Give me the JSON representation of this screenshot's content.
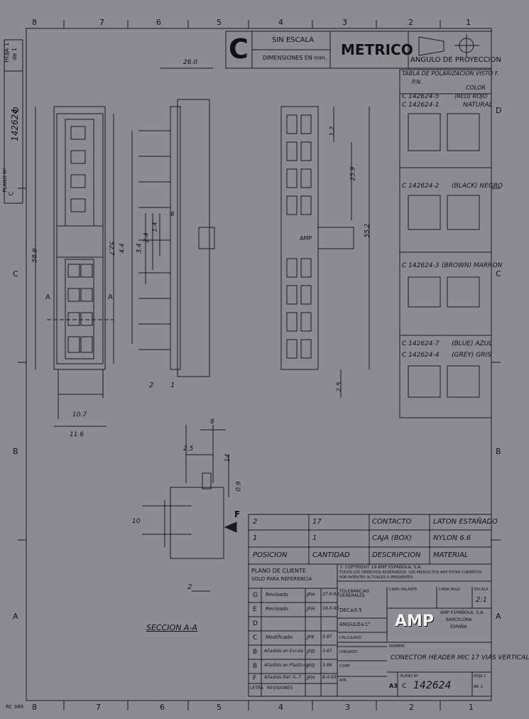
{
  "grid": {
    "top_cols": [
      "8",
      "7",
      "6",
      "5",
      "4",
      "3",
      "2",
      "1"
    ],
    "bottom_cols": [
      "8",
      "7",
      "6",
      "5",
      "4",
      "3",
      "2",
      "1"
    ],
    "left_rows": [
      "D",
      "C",
      "B",
      "A"
    ],
    "right_rows": [
      "D",
      "C",
      "B",
      "A"
    ]
  },
  "sheet_label": {
    "hoja": "HOJA 1",
    "de": "de 1",
    "plano_label": "PLANO Nº",
    "plano_letter": "C",
    "plano_number": "142624"
  },
  "title_top": {
    "size_letter": "C",
    "sin_escala": "SIN ESCALA",
    "dimensiones": "DIMENSIONES EN mm.",
    "metrico": "METRICO",
    "angulo": "ANGULO DE PROYECCION"
  },
  "polarization_table": {
    "title": "TABLA DE POLARIZACION VISTO F.",
    "col_pn": "P.N.",
    "col_color": "COLOR",
    "rows": [
      {
        "pn": "C 142624-5",
        "color": "(RED) ROJO"
      },
      {
        "pn": "C 142624-1",
        "color": "NATURAL"
      },
      {
        "pn": "C 142624-2",
        "color": "(BLACK) NEGRO"
      },
      {
        "pn": "C 142624-3",
        "color": "(BROWN) MARRON"
      },
      {
        "pn": "C 142624-7",
        "color": "(BLUE) AZUL"
      },
      {
        "pn": "C 142624-4",
        "color": "(GREY) GRIS"
      }
    ]
  },
  "dimensions": {
    "d_26": "26.0",
    "d_58": "58.9",
    "d_527": "52.7",
    "d_107": "10.7",
    "d_116": "11.6",
    "d_44": "4.4",
    "d_34": "3.4",
    "d_24": "2.4",
    "d_14": "1.4",
    "d_6": "6",
    "d_12": "1.2",
    "d_259": "25.9",
    "d_552": "55.2",
    "d_25a": "2.5",
    "d_8": "8",
    "d_25b": "2.5",
    "d_14b": "14",
    "d_09": "0.9",
    "d_10": "10",
    "d_2": "2",
    "label_1": "1",
    "label_2": "2",
    "label_f": "F",
    "label_a": "A",
    "amp_mark": "AMP",
    "section": "SECCION A-A"
  },
  "materials": {
    "headers": [
      "POSICION",
      "CANTIDAD",
      "DESCRIPCION",
      "MATERIAL"
    ],
    "rows": [
      {
        "pos": "2",
        "qty": "17",
        "desc": "CONTACTO",
        "mat": "LATON ESTAÑADO"
      },
      {
        "pos": "1",
        "qty": "1",
        "desc": "CAJA (BOX)",
        "mat": "NYLON 6.6"
      }
    ]
  },
  "title_block": {
    "plano_cliente": "PLANO DE CLIENTE",
    "solo_ref": "SOLO PARA REFERENCIA",
    "copyright": "© COPYRIGHT 19    AMP ESPAÑOLA, S.A.",
    "rights": "TODOS LOS DERECHOS RESERVADOS. LOS PRODUCTOS AMP ESTAN CUBIERTOS",
    "patents": "POR PATENTES ACTUALES O PENDIENTES",
    "tolerancias": "TOLERANCIAS GENERALES",
    "dec": "DEC±0.5",
    "angulo": "ANGULO±1°",
    "calculado": "CALCULADO",
    "dibujado": "DIBUJADO",
    "comp": "COMP",
    "apr": "APR",
    "cama_arlante": "CAMA ARLANTE",
    "cama_nulo": "CAMA NULO",
    "escala": "ESCALA",
    "escala_val": "2:1",
    "amp_logo": "AMP",
    "company": "AMP ESPAÑOLA, S.A.",
    "city": "BARCELONA",
    "country": "ESPAÑA",
    "nombre_label": "NOMBRE",
    "nombre": "CONECTOR HEADER MIC 17 VIAS VERTICAL",
    "plano_label": "PLANO Nº",
    "size": "A3",
    "plano_letter": "C",
    "plano_number": "142624",
    "hoja": "HOJA 1",
    "de": "de 1",
    "letra": "LETRA",
    "revisiones": "REVISIONES",
    "revisions": [
      {
        "letter": "G",
        "text": "Revisado",
        "by": "JFH",
        "date": "27-9-93"
      },
      {
        "letter": "E",
        "text": "Revisado",
        "by": "JFH",
        "date": "16-5-95"
      },
      {
        "letter": "D",
        "text": "",
        "by": "",
        "date": ""
      },
      {
        "letter": "C",
        "text": "Modificado",
        "by": "JFK",
        "date": "5-87"
      },
      {
        "letter": "B",
        "text": "Añadido en Escala",
        "by": "JFD",
        "date": "3-87"
      },
      {
        "letter": "B",
        "text": "Añadido en Plasticos",
        "by": "JFD",
        "date": "3-89"
      },
      {
        "letter": "F",
        "text": "Añadido Ref.-5,-7",
        "by": "JFH",
        "date": "8-4-93"
      }
    ]
  },
  "footer_code": "RC 389"
}
